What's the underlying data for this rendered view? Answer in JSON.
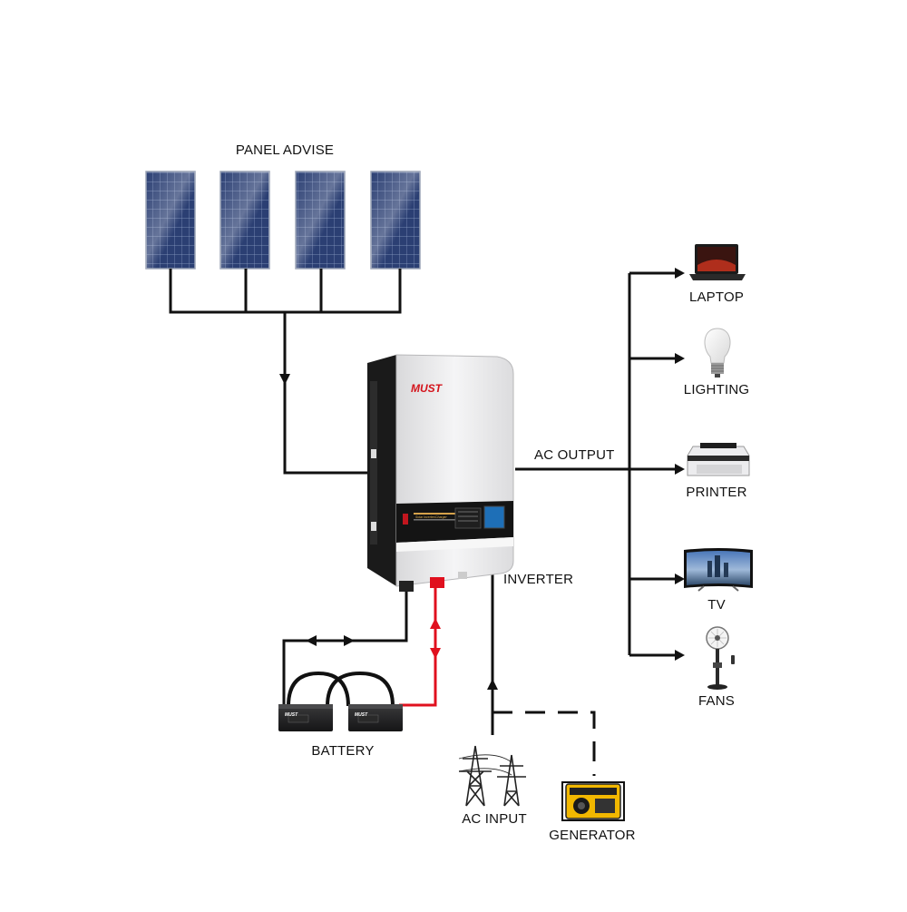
{
  "labels": {
    "panels": "PANEL ADVISE",
    "ac_output": "AC OUTPUT",
    "inverter": "INVERTER",
    "battery": "BATTERY",
    "ac_input": "AC INPUT",
    "generator": "GENERATOR",
    "laptop": "LAPTOP",
    "lighting": "LIGHTING",
    "printer": "PRINTER",
    "tv": "TV",
    "fans": "FANS"
  },
  "inverter": {
    "brand": "MUST",
    "panel_text": "Solar Inverter/Charger"
  },
  "battery": {
    "brand": "MUST"
  },
  "colors": {
    "wire": "#111111",
    "battery_wire": "#e0101e",
    "brand": "#d4141c",
    "panel_cell": "#2b3f73",
    "inverter_body": "#e9e9ea",
    "inverter_side": "#1a1a1a"
  },
  "icons": {
    "panel": "solar-panel-icon",
    "inverter": "inverter-icon",
    "battery": "battery-icon",
    "ac_input": "power-tower-icon",
    "generator": "generator-icon",
    "laptop": "laptop-icon",
    "lighting": "light-bulb-icon",
    "printer": "printer-icon",
    "tv": "tv-icon",
    "fans": "fan-icon"
  }
}
